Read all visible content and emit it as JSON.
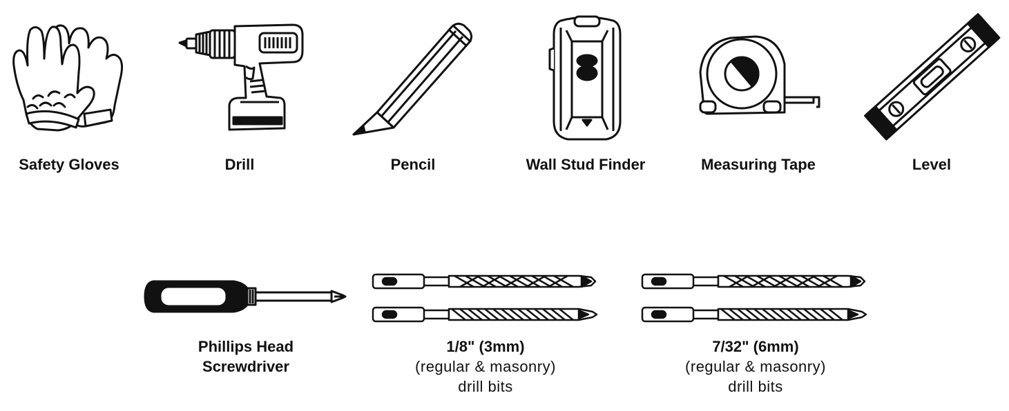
{
  "tools": {
    "gloves": {
      "label": "Safety Gloves",
      "icon": "safety-gloves-icon"
    },
    "drill": {
      "label": "Drill",
      "icon": "drill-icon"
    },
    "pencil": {
      "label": "Pencil",
      "icon": "pencil-icon"
    },
    "stud": {
      "label": "Wall Stud Finder",
      "icon": "stud-finder-icon"
    },
    "tape": {
      "label": "Measuring Tape",
      "icon": "measuring-tape-icon"
    },
    "level": {
      "label": "Level",
      "icon": "level-icon"
    },
    "screwdriver": {
      "line1": "Phillips Head",
      "line2": "Screwdriver",
      "icon": "screwdriver-icon"
    },
    "bits_small": {
      "size": "1/8\" (3mm)",
      "type": "(regular & masonry)",
      "name": "drill bits",
      "icon": "drill-bits-icon"
    },
    "bits_large": {
      "size": "7/32\" (6mm)",
      "type": "(regular & masonry)",
      "name": "drill bits",
      "icon": "drill-bits-icon"
    }
  },
  "colors": {
    "ink": "#111111",
    "paper": "#ffffff"
  }
}
